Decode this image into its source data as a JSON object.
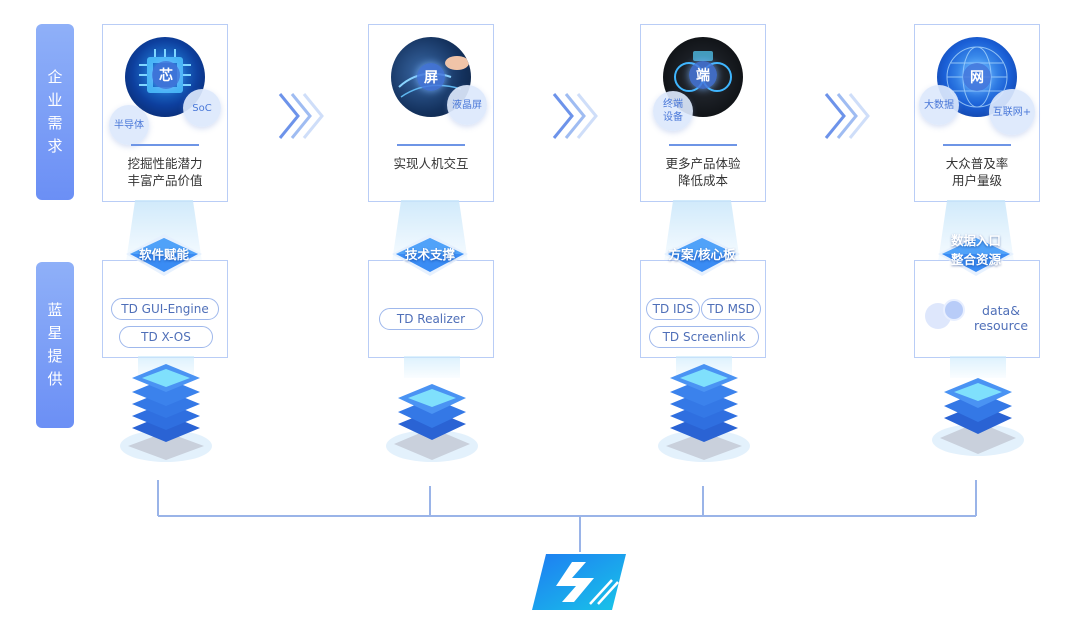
{
  "side_labels": {
    "demand": [
      "企",
      "业",
      "需",
      "求"
    ],
    "supply": [
      "蓝",
      "星",
      "提",
      "供"
    ]
  },
  "columns": [
    {
      "icon_char": "芯",
      "bubbles": [
        "半导体",
        "SoC"
      ],
      "need_lines": [
        "挖掘性能潜力",
        "丰富产品价值"
      ],
      "badge_lines": [
        "软件赋能"
      ],
      "pills": [
        "TD GUI-Engine",
        "TD X-OS"
      ]
    },
    {
      "icon_char": "屏",
      "bubbles": [
        "液晶屏"
      ],
      "need_lines": [
        "实现人机交互"
      ],
      "badge_lines": [
        "技术支撑"
      ],
      "pills": [
        "TD  Realizer"
      ]
    },
    {
      "icon_char": "端",
      "bubbles": [
        "终端\n设备"
      ],
      "need_lines": [
        "更多产品体验",
        "降低成本"
      ],
      "badge_lines": [
        "方案/核心板"
      ],
      "pills": [
        "TD IDS",
        "TD MSD",
        "TD Screenlink"
      ]
    },
    {
      "icon_char": "网",
      "bubbles": [
        "大数据",
        "互联网+"
      ],
      "need_lines": [
        "大众普及率",
        "用户量级"
      ],
      "badge_lines": [
        "数据入口",
        "整合资源"
      ],
      "pills": [
        "data&",
        "resource"
      ]
    }
  ],
  "colors": {
    "accent": "#6b8ff5",
    "card_border": "#b9cdf6",
    "badge": "#2f7ef0",
    "server": "#2f6fe0",
    "connector": "#9ab4e8"
  },
  "icons": [
    "chip-icon",
    "screen-icon",
    "car-dashboard-icon",
    "globe-network-icon",
    "server-stack-icon",
    "chevron-right-icon",
    "brand-logo-icon"
  ]
}
